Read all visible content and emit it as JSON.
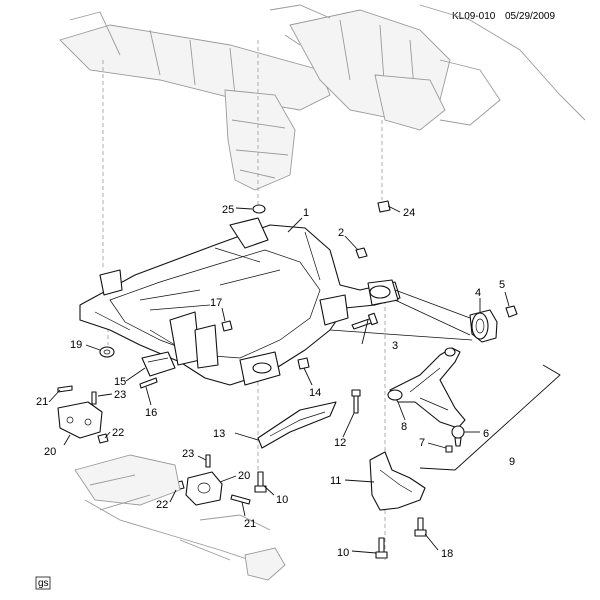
{
  "header": {
    "figure_code": "KL09-010",
    "date": "05/29/2009"
  },
  "footer": {
    "corner_tag": "gs"
  },
  "callouts": [
    {
      "id": "c1",
      "text": "1"
    },
    {
      "id": "c2",
      "text": "2"
    },
    {
      "id": "c3",
      "text": "3"
    },
    {
      "id": "c4",
      "text": "4"
    },
    {
      "id": "c5",
      "text": "5"
    },
    {
      "id": "c6",
      "text": "6"
    },
    {
      "id": "c7",
      "text": "7"
    },
    {
      "id": "c8",
      "text": "8"
    },
    {
      "id": "c9",
      "text": "9"
    },
    {
      "id": "c10a",
      "text": "10"
    },
    {
      "id": "c10b",
      "text": "10"
    },
    {
      "id": "c11",
      "text": "11"
    },
    {
      "id": "c12",
      "text": "12"
    },
    {
      "id": "c13",
      "text": "13"
    },
    {
      "id": "c14",
      "text": "14"
    },
    {
      "id": "c15",
      "text": "15"
    },
    {
      "id": "c16",
      "text": "16"
    },
    {
      "id": "c17",
      "text": "17"
    },
    {
      "id": "c18",
      "text": "18"
    },
    {
      "id": "c19",
      "text": "19"
    },
    {
      "id": "c20a",
      "text": "20"
    },
    {
      "id": "c20b",
      "text": "20"
    },
    {
      "id": "c21a",
      "text": "21"
    },
    {
      "id": "c21b",
      "text": "21"
    },
    {
      "id": "c22a",
      "text": "22"
    },
    {
      "id": "c22b",
      "text": "22"
    },
    {
      "id": "c23a",
      "text": "23"
    },
    {
      "id": "c23b",
      "text": "23"
    },
    {
      "id": "c24",
      "text": "24"
    },
    {
      "id": "c25",
      "text": "25"
    }
  ]
}
